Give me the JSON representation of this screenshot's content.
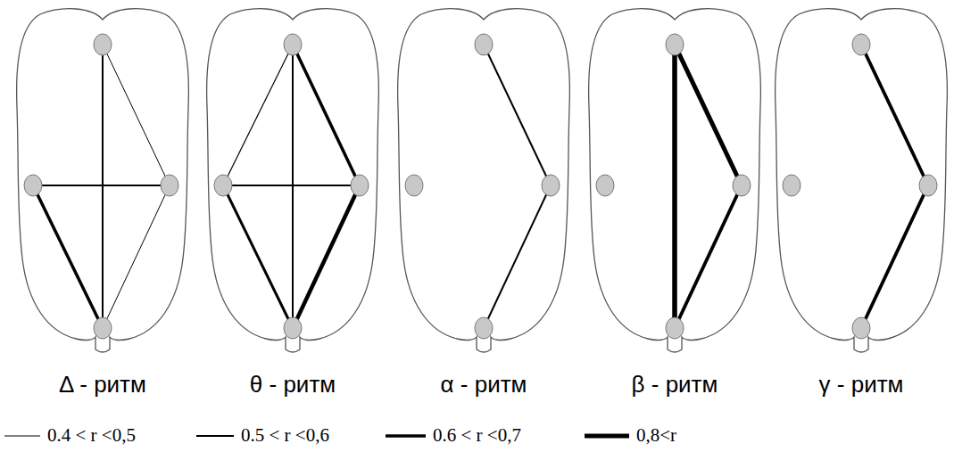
{
  "diagram": {
    "nodes": [
      {
        "text": [
          "Δ - ритм"
        ]
      },
      {
        "text": [
          "θ - ритм"
        ]
      },
      {
        "text": [
          "α - ритм"
        ]
      },
      {
        "text": [
          "β - ритм"
        ]
      },
      {
        "text": [
          "γ - ритм"
        ]
      }
    ],
    "legend": [
      {
        "text": "0.4 < r <0,5"
      },
      {
        "text": "0.5 < r <0,6"
      },
      {
        "text": "0.6 < r <0,7"
      },
      {
        "text": "0,8<r"
      }
    ]
  }
}
